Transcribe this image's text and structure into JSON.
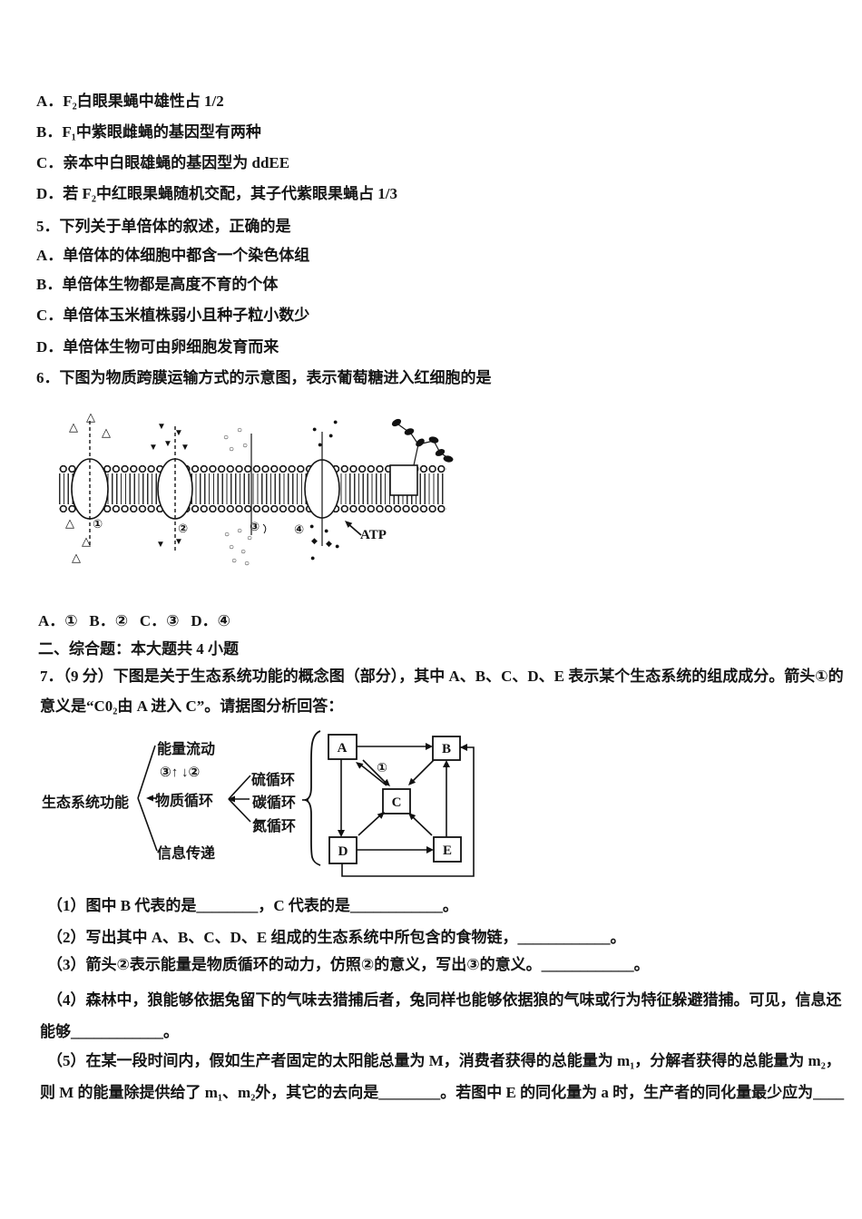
{
  "content": {
    "q4_options": [
      "A．F₂白眼果蝇中雄性占 1/2",
      "B．F₁中紫眼雌蝇的基因型有两种",
      "C．亲本中白眼雄蝇的基因型为 ddEE",
      "D．若 F₂中红眼果蝇随机交配，其子代紫眼果蝇占 1/3"
    ],
    "q5": {
      "stem": "5．下列关于单倍体的叙述，正确的是",
      "options": [
        "A．单倍体的体细胞中都含一个染色体组",
        "B．单倍体生物都是高度不育的个体",
        "C．单倍体玉米植株弱小且种子粒小数少",
        "D．单倍体生物可由卵细胞发育而来"
      ]
    },
    "q6": {
      "stem": "6．下图为物质跨膜运输方式的示意图，表示葡萄糖进入红细胞的是",
      "options_line": "A．①   B．②   C．③   D．④"
    },
    "section2_heading": "二、综合题：本大题共 4 小题",
    "q7": {
      "stem_line1": "7．（9 分）下图是关于生态系统功能的概念图（部分），其中 A、B、C、D、E 表示某个生态系统的组成成分。箭头①的",
      "stem_line2": "意义是“C0₂由 A 进入 C”。请据图分析回答：",
      "sub1": "（1）图中 B 代表的是________，C 代表的是____________。",
      "sub2": "（2）写出其中 A、B、C、D、E 组成的生态系统中所包含的食物链，____________。",
      "sub3": "（3）箭头②表示能量是物质循环的动力，仿照②的意义，写出③的意义。____________。",
      "sub4_line1": "（4）森林中，狼能够依据兔留下的气味去猎捕后者，兔同样也能够依据狼的气味或行为特征躲避猎捕。可见，信息还",
      "sub4_line2": "能够____________。",
      "sub5_line1": "（5）在某一段时间内，假如生产者固定的太阳能总量为 M，消费者获得的总能量为 m₁，分解者获得的总能量为 m₂，",
      "sub5_line2": "则 M 的能量除提供给了 m₁、m₂外，其它的去向是________。若图中 E 的同化量为 a 时，生产者的同化量最少应为____"
    },
    "membrane": {
      "label1": "①",
      "label2": "②",
      "label3": "③",
      "label4": "④",
      "atp": "ATP"
    },
    "ecosystem": {
      "root": "生态系统功能",
      "energy_flow": "能量流动",
      "updown_arrows": "③↑ ↓②",
      "material_cycle": "物质循环",
      "info_transfer": "信息传递",
      "sulfur_cycle": "硫循环",
      "carbon_cycle": "碳循环",
      "nitrogen_cycle": "氮循环",
      "box_a": "A",
      "box_b": "B",
      "box_c": "C",
      "box_d": "D",
      "box_e": "E",
      "arrow1_label": "①"
    }
  },
  "symbols": {
    "open_triangle": "△",
    "filled_triangle": "▼",
    "open_circle": "○",
    "filled_circle": "●",
    "filled_diamond": "◆"
  }
}
